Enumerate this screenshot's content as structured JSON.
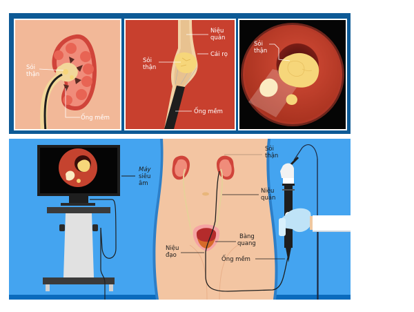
{
  "colors": {
    "frame_blue": "#0d5a96",
    "bottom_bg": "#44a4f0",
    "bottom_strip": "#0b6bbd",
    "skin": "#f3c5a2",
    "panel1_bg": "#f2b898",
    "panel2_bg": "#c8402e",
    "panel3_bg": "#050505",
    "kidney_red": "#d0443a",
    "stone_yellow": "#f6d67a",
    "scope_black": "#1e1e1e"
  },
  "top_panels": [
    {
      "name": "kidney-panel",
      "labels": {
        "stone": "Sỏi\nthận",
        "stone_line1": "Sỏi",
        "stone_line2": "thận",
        "scope": "Ống mềm"
      }
    },
    {
      "name": "ureter-panel",
      "labels": {
        "ureter_line1": "Niệu",
        "ureter_line2": "quản",
        "basket": "Cái rọ",
        "stone_line1": "Sỏi",
        "stone_line2": "thận",
        "scope": "Ống mềm"
      }
    },
    {
      "name": "endoscope-view-panel",
      "labels": {
        "stone_line1": "Sỏi",
        "stone_line2": "thận"
      }
    }
  ],
  "bottom_panel": {
    "labels": {
      "monitor_line1": "Máy",
      "monitor_line2": "siêu",
      "monitor_line3": "âm",
      "stone_line1": "Sỏi",
      "stone_line2": "thận",
      "ureter_line1": "Niệu",
      "ureter_line2": "quản",
      "bladder_line1": "Bàng",
      "bladder_line2": "quang",
      "urethra_line1": "Niệu",
      "urethra_line2": "đạo",
      "scope": "Ống mềm"
    }
  }
}
